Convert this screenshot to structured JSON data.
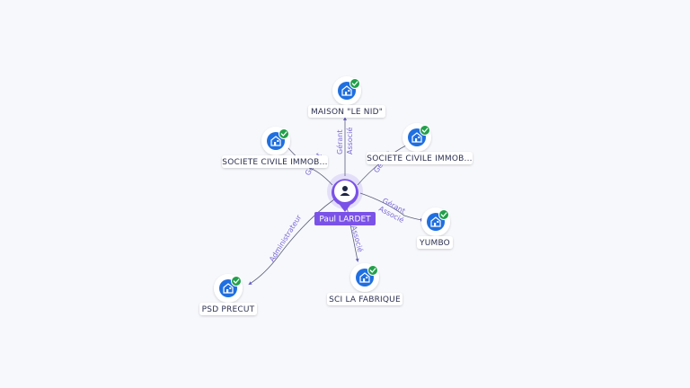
{
  "center": {
    "name": "Paul LARDET",
    "icon": "person-icon",
    "color": "#7b52e8"
  },
  "colors": {
    "edge": "#5a5f78",
    "edge_label": "#7b6ad6",
    "company_icon": "#1f6fe0",
    "verified_badge": "#22a04b",
    "background": "#f7f8fc"
  },
  "companies": [
    {
      "name": "MAISON \"LE NID\"",
      "icon": "building-icon",
      "badge": "check-icon",
      "roles": [
        "Gérant",
        "Associé"
      ]
    },
    {
      "name": "SOCIETE CIVILE IMMOB...",
      "icon": "building-icon",
      "badge": "check-icon",
      "roles": [
        "Gérant"
      ]
    },
    {
      "name": "SOCIETE CIVILE IMMOB...",
      "icon": "building-icon",
      "badge": "check-icon",
      "roles": [
        "Gérant"
      ]
    },
    {
      "name": "YUMBO",
      "icon": "building-icon",
      "badge": "check-icon",
      "roles": [
        "Gérant",
        "Associé"
      ]
    },
    {
      "name": "SCI LA FABRIQUE",
      "icon": "building-icon",
      "badge": "check-icon",
      "roles": [
        "Associé"
      ]
    },
    {
      "name": "PSD PRECUT",
      "icon": "building-icon",
      "badge": "check-icon",
      "roles": [
        "Administrateur"
      ]
    }
  ]
}
